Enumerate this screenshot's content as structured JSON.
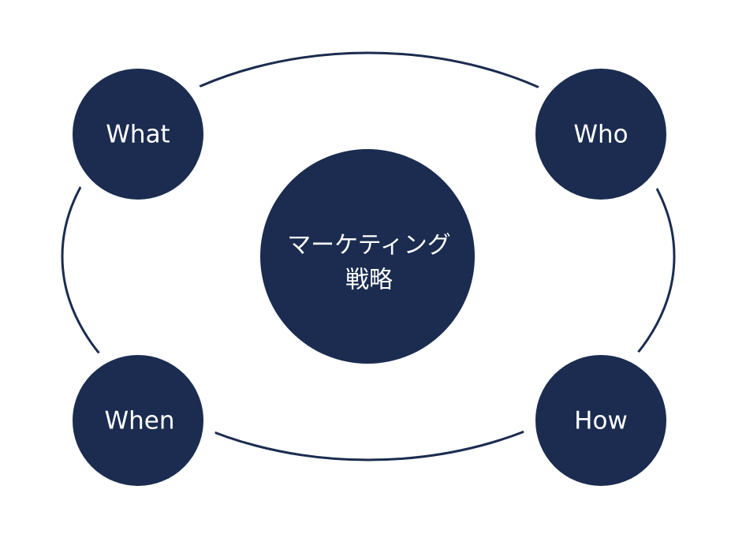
{
  "diagram": {
    "center": {
      "line1": "マーケティング",
      "line2": "戦略"
    },
    "nodes": {
      "top_left": "What",
      "top_right": "Who",
      "bottom_left": "When",
      "bottom_right": "How"
    },
    "colors": {
      "node": "#1b2c50",
      "line": "#1b2c50",
      "text": "#ffffff"
    }
  }
}
